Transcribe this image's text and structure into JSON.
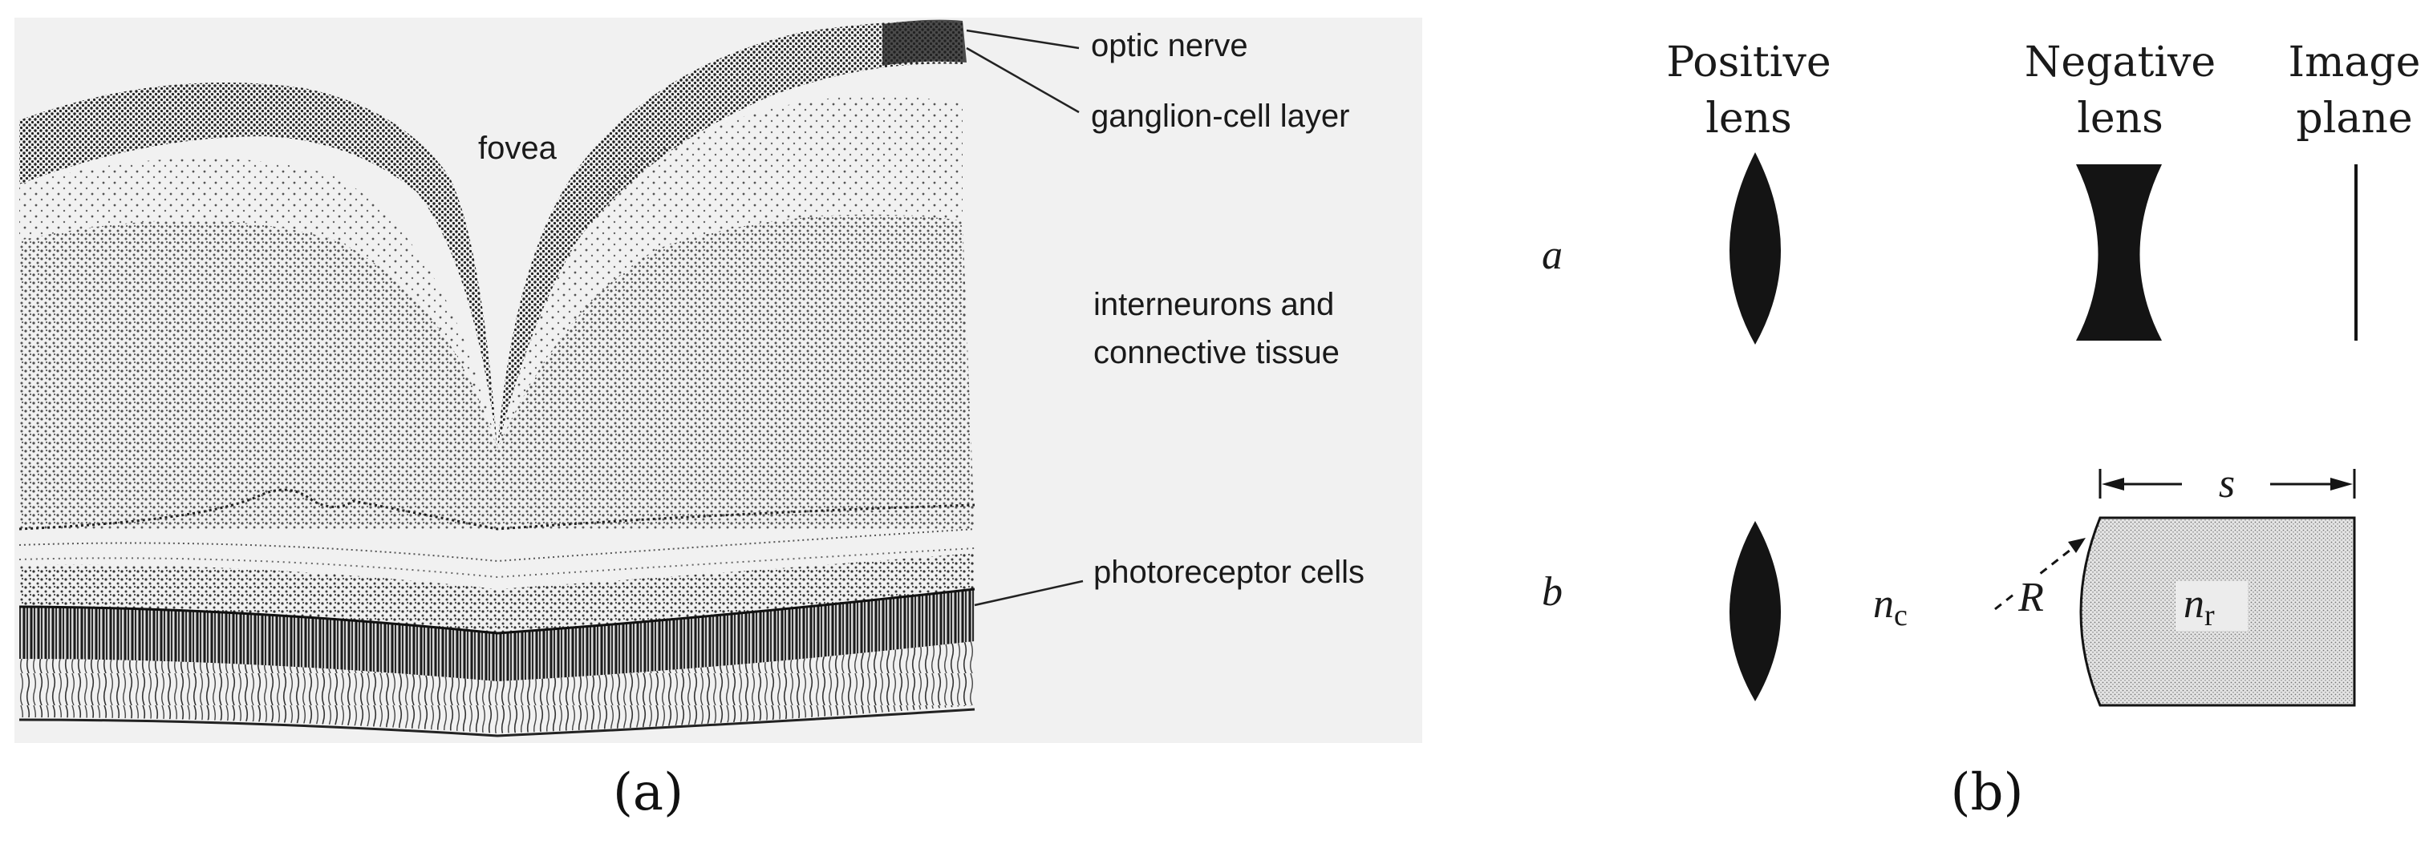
{
  "panel_a": {
    "labels": {
      "optic_nerve": "optic nerve",
      "ganglion": "ganglion-cell layer",
      "fovea": "fovea",
      "interneurons_1": "interneurons and",
      "interneurons_2": "connective tissue",
      "photoreceptor": "photoreceptor cells"
    },
    "caption": "(a)"
  },
  "panel_b": {
    "headers": {
      "positive_1": "Positive",
      "positive_2": "lens",
      "negative_1": "Negative",
      "negative_2": "lens",
      "image_1": "Image",
      "image_2": "plane"
    },
    "rows": {
      "a": "a",
      "b": "b"
    },
    "symbols": {
      "s": "s",
      "R": "R",
      "n_c_base": "n",
      "n_c_sub": "c",
      "n_r_base": "n",
      "n_r_sub": "r"
    },
    "caption": "(b)"
  },
  "colors": {
    "ink": "#1a1a1a",
    "panel_bg": "#f1f1f1",
    "stipple": "#2a2a2a"
  }
}
